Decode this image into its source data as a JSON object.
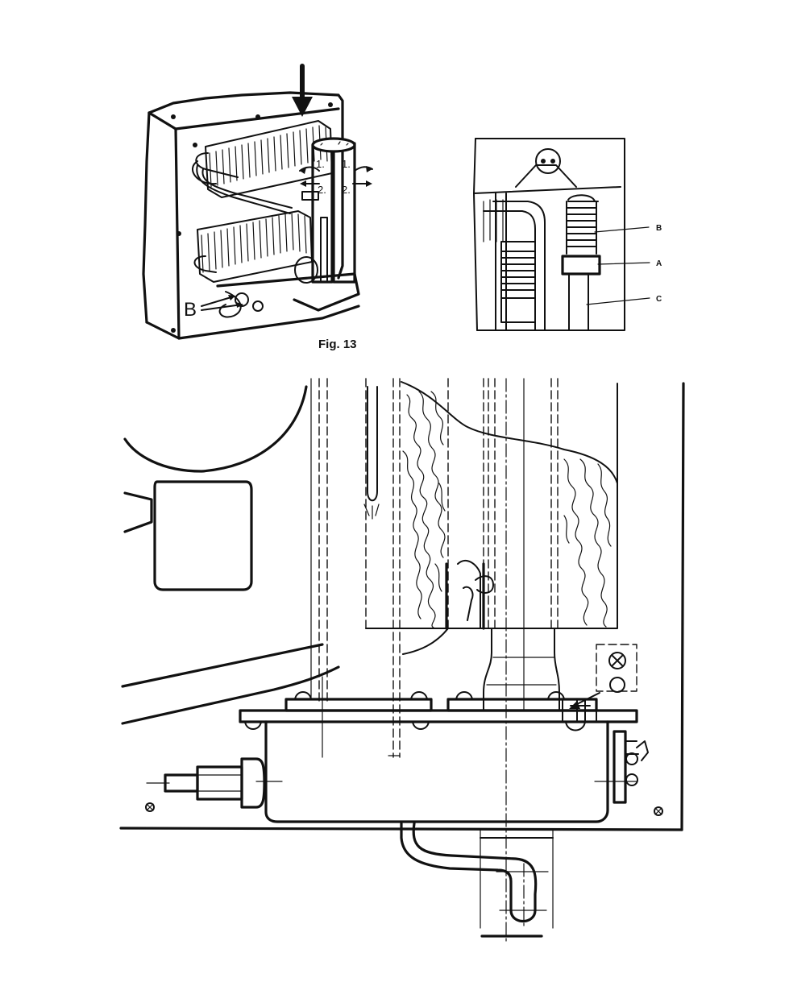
{
  "figure": {
    "caption": "Fig. 13",
    "left_view": {
      "labels": {
        "b": "B",
        "step1_left": "1.",
        "step2_left": "2.",
        "step1_right": "1.",
        "step2_right": "2."
      }
    },
    "right_view": {
      "labels": {
        "b": "B",
        "a": "A",
        "c": "C"
      }
    }
  }
}
